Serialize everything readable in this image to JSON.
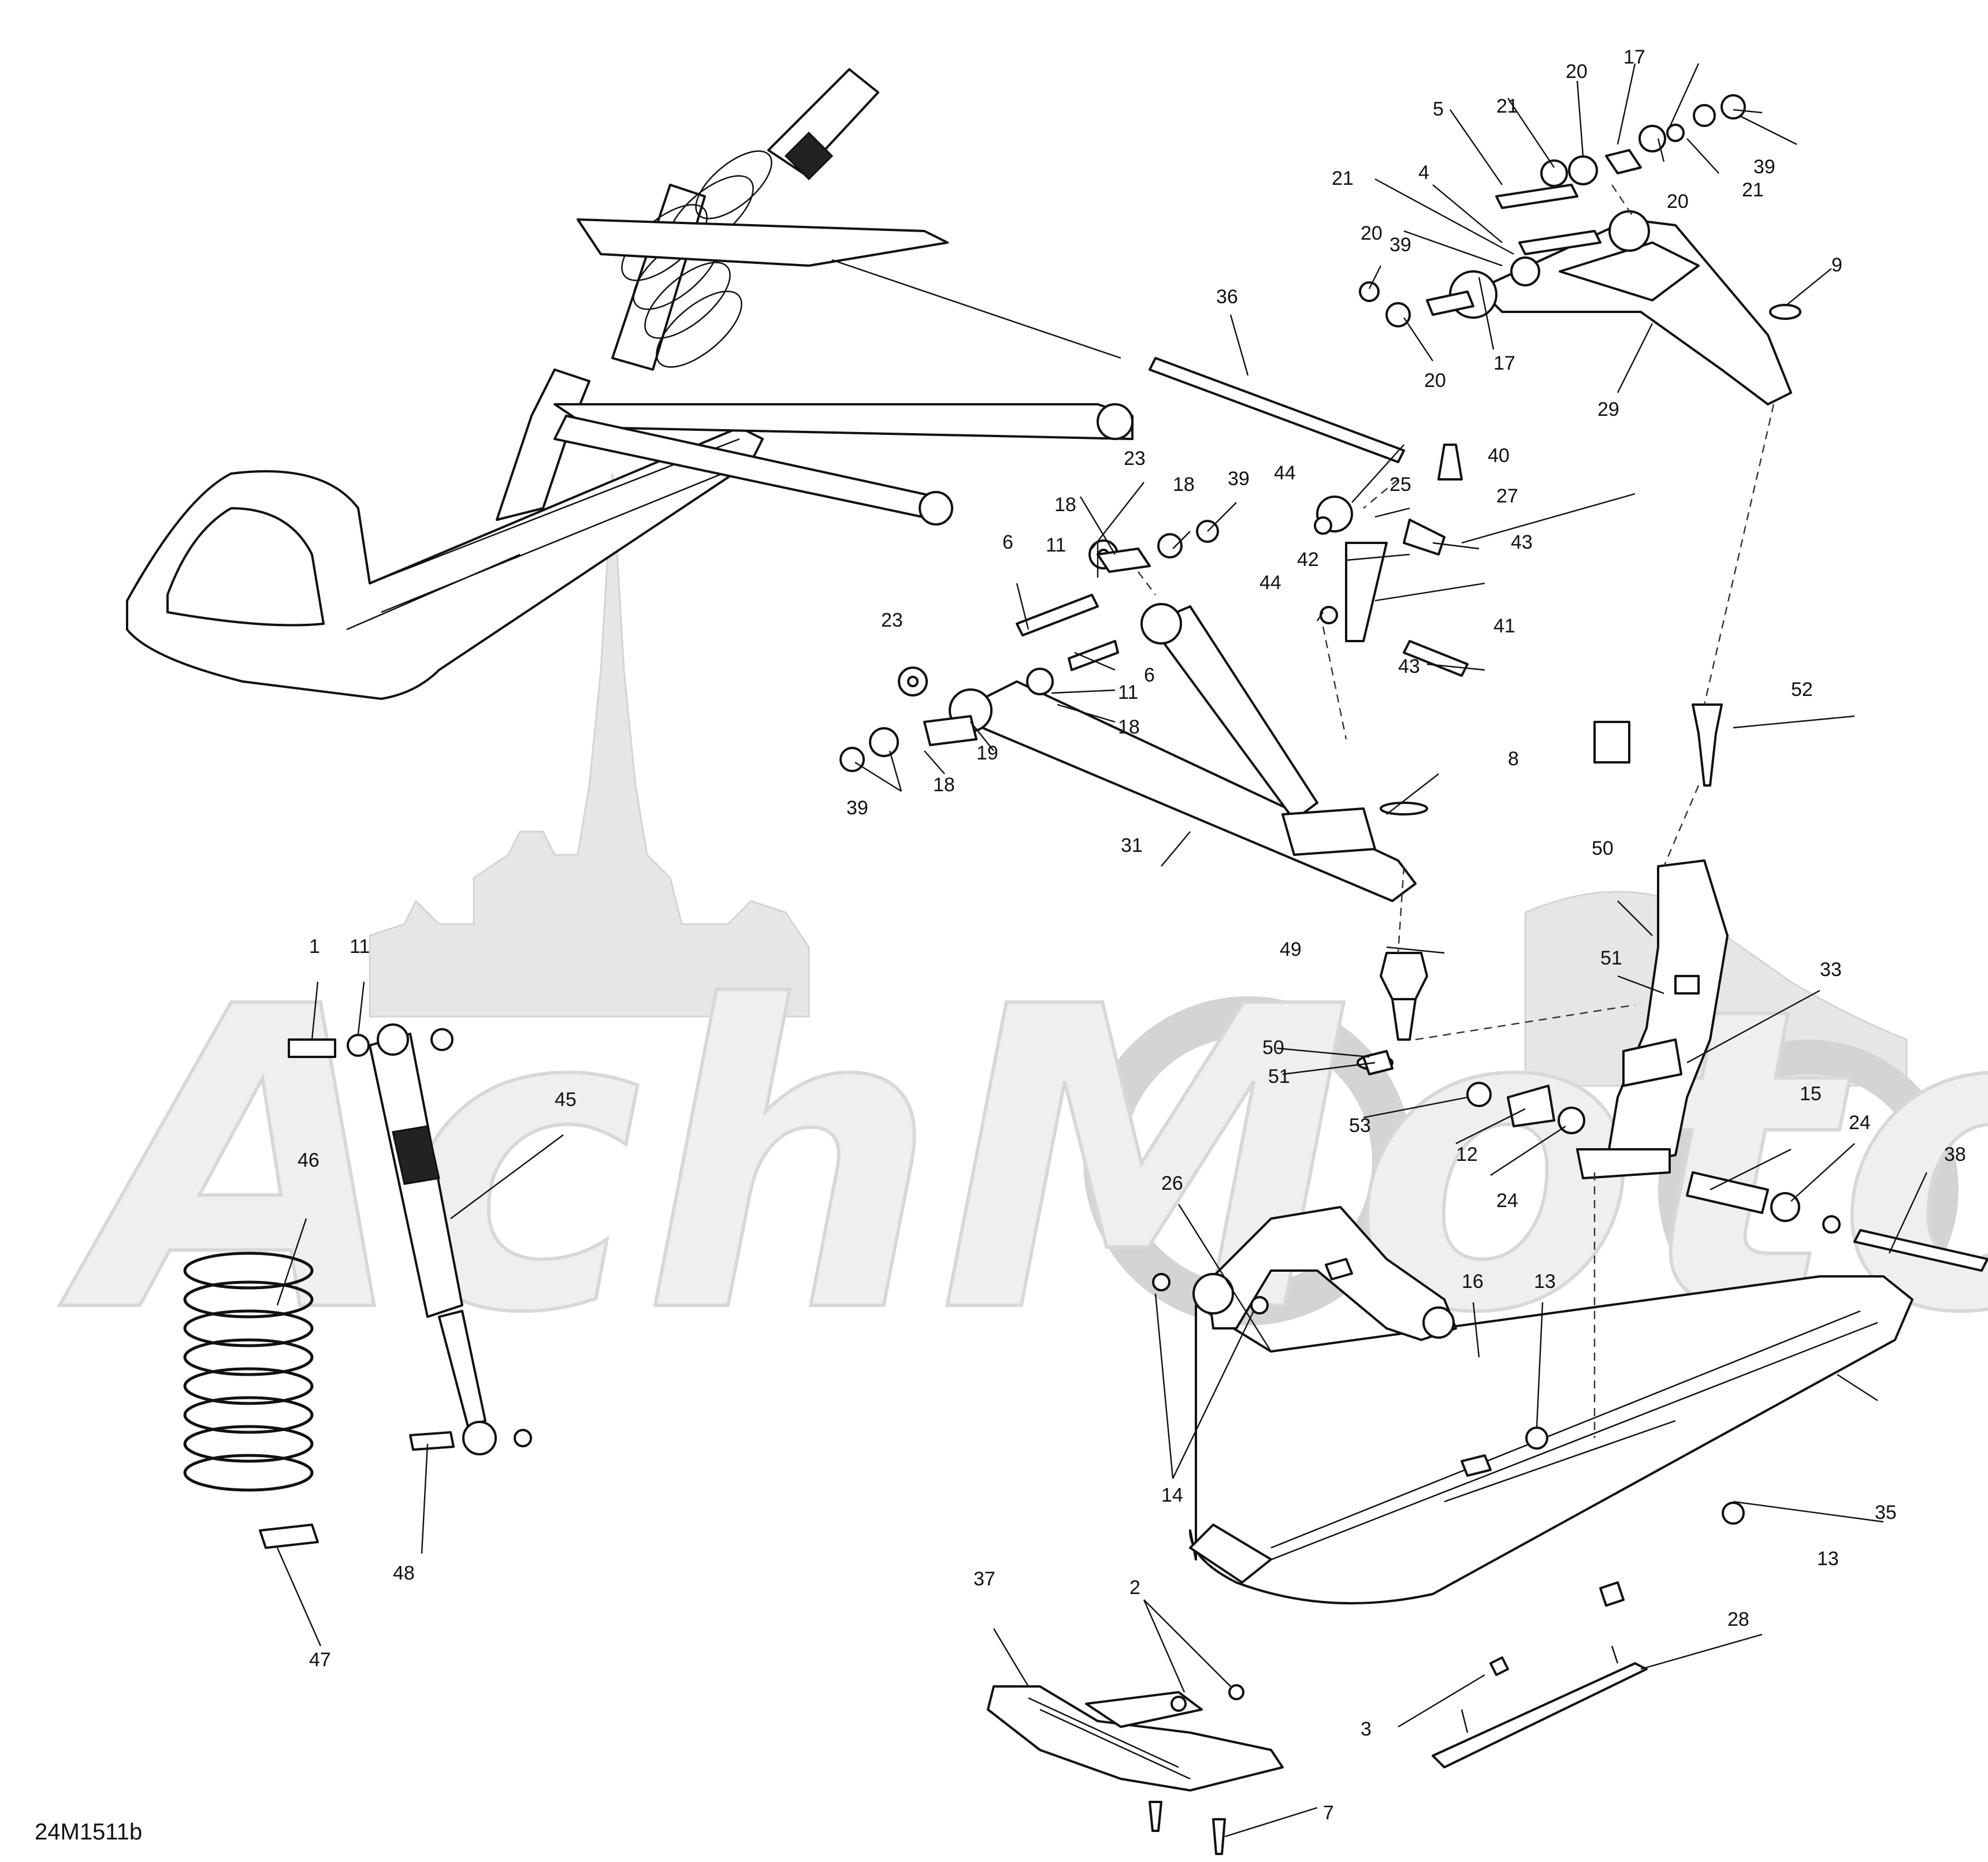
{
  "diagram": {
    "document_id": "24M1511b",
    "watermark_text": "AchMoto",
    "callouts": [
      "1",
      "2",
      "3",
      "4",
      "5",
      "6",
      "6",
      "7",
      "8",
      "9",
      "11",
      "11",
      "11",
      "12",
      "13",
      "13",
      "14",
      "15",
      "16",
      "17",
      "17",
      "18",
      "18",
      "18",
      "18",
      "19",
      "20",
      "20",
      "20",
      "20",
      "21",
      "21",
      "21",
      "23",
      "23",
      "24",
      "24",
      "25",
      "26",
      "27",
      "28",
      "29",
      "31",
      "33",
      "35",
      "36",
      "37",
      "38",
      "39",
      "39",
      "39",
      "39",
      "40",
      "41",
      "42",
      "43",
      "43",
      "44",
      "44",
      "45",
      "46",
      "47",
      "48",
      "49",
      "50",
      "50",
      "51",
      "51",
      "52",
      "53"
    ]
  }
}
